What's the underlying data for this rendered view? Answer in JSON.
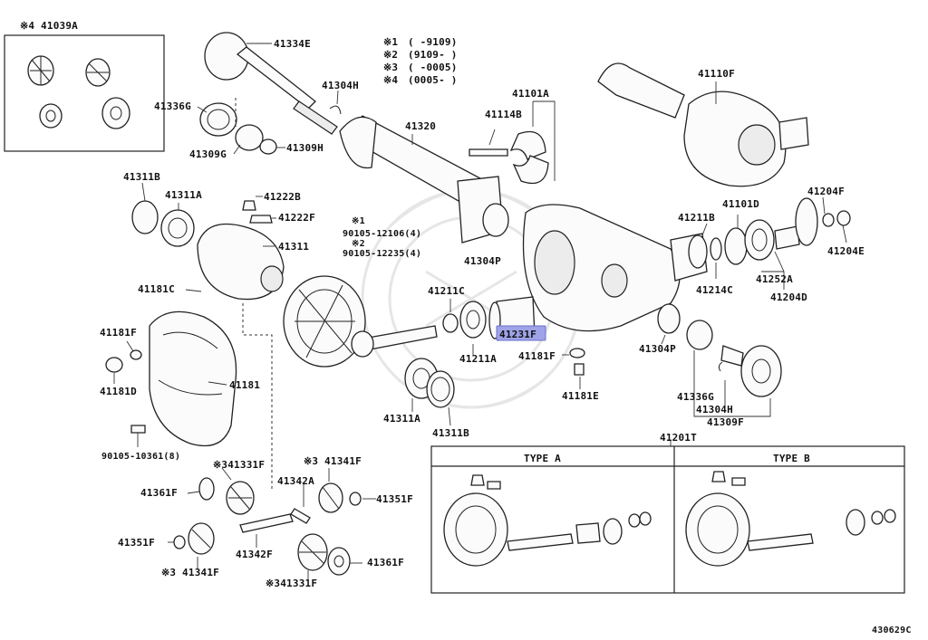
{
  "diagram": {
    "code": "430629C",
    "highlight_color": "#9fa3e8",
    "legend": {
      "items": [
        {
          "mark": "※1",
          "range": "(      -9109)"
        },
        {
          "mark": "※2",
          "range": "(9109-      )"
        },
        {
          "mark": "※3",
          "range": "(      -0005)"
        },
        {
          "mark": "※4",
          "range": "(0005-      )"
        }
      ]
    },
    "inset_top_left": {
      "label": "※4 41039A"
    },
    "kit_box": {
      "label": "41201T",
      "type_a": "TYPE  A",
      "type_b": "TYPE  B"
    },
    "labels": {
      "p41334e": "41334E",
      "p41304h_top": "41304H",
      "p41336g_top": "41336G",
      "p41309g": "41309G",
      "p41309h": "41309H",
      "p41320": "41320",
      "p41114b": "41114B",
      "p41101a": "41101A",
      "p41110f": "41110F",
      "p41311b_top": "41311B",
      "p41311a_top": "41311A",
      "p41222b": "41222B",
      "p41222f": "41222F",
      "p41311": "41311",
      "note1": "※1",
      "bolt1": "90105-12106(4)",
      "note2": "※2",
      "bolt2": "90105-12235(4)",
      "p41304p_mid": "41304P",
      "p41211b": "41211B",
      "p41101d": "41101D",
      "p41204f": "41204F",
      "p41204e": "41204E",
      "p41214c": "41214C",
      "p41252a": "41252A",
      "p41204d": "41204D",
      "p41181c": "41181C",
      "p41211c": "41211C",
      "p41231f": "41231F",
      "p41211a": "41211A",
      "p41181f_mid": "41181F",
      "p41304p_right": "41304P",
      "p41181e": "41181E",
      "p41181f_left": "41181F",
      "p41181d": "41181D",
      "p41181": "41181",
      "p41311a_bot": "41311A",
      "p41311b_bot": "41311B",
      "p41336g_right": "41336G",
      "p41304h_right": "41304H",
      "p41309f": "41309F",
      "bolt3": "90105-10361(8)",
      "p41331f_top": "※341331F",
      "p41341f_top": "※3 41341F",
      "p41361f_left": "41361F",
      "p41342a": "41342A",
      "p41351f_right": "41351F",
      "p41351f_left": "41351F",
      "p41342f": "41342F",
      "p41341f_bot": "※3 41341F",
      "p41331f_bot": "※341331F",
      "p41361f_right": "41361F"
    }
  }
}
